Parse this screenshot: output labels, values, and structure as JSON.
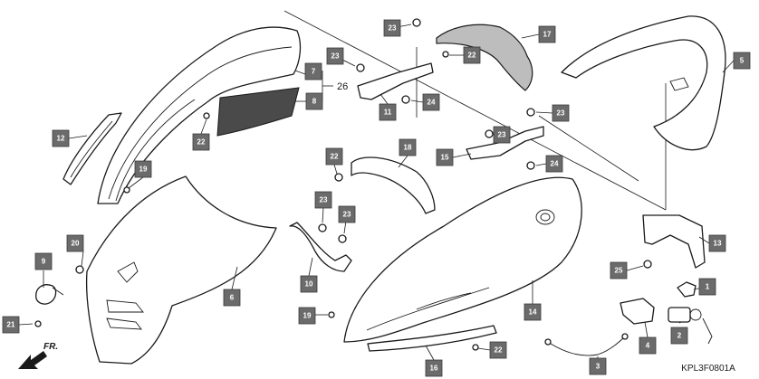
{
  "diagram": {
    "figure_code": "KPL3F0801A",
    "direction_label": "FR.",
    "standalone_ref": "26",
    "callouts": [
      "1",
      "2",
      "3",
      "4",
      "5",
      "6",
      "7",
      "8",
      "9",
      "10",
      "11",
      "12",
      "13",
      "14",
      "15",
      "16",
      "17",
      "18",
      "19",
      "19",
      "20",
      "21",
      "22",
      "22",
      "22",
      "22",
      "23",
      "23",
      "23",
      "23",
      "23",
      "23",
      "24",
      "24",
      "25"
    ]
  }
}
